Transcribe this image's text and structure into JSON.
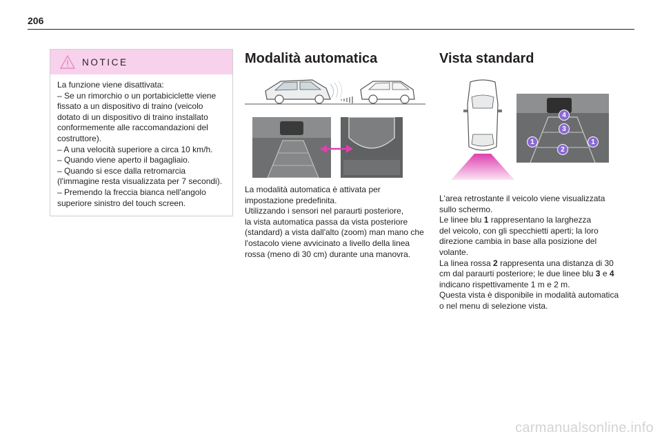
{
  "page": {
    "number": "206"
  },
  "notice": {
    "title": "NOTICE",
    "lines": [
      "La funzione viene disattivata:",
      "– Se un rimorchio o un portabiciclette viene",
      "fissato a un dispositivo di traino (veicolo",
      "dotato di un dispositivo di traino installato",
      "conformemente alle raccomandazioni del",
      "costruttore).",
      "– A una velocità superiore a circa 10 km/h.",
      "– Quando viene aperto il bagagliaio.",
      "– Quando si esce dalla retromarcia",
      "(l'immagine resta visualizzata per 7 secondi).",
      "– Premendo la freccia bianca nell'angolo",
      "superiore sinistro del touch screen."
    ]
  },
  "auto_mode": {
    "heading": "Modalità automatica",
    "lines": [
      "La modalità automatica è attivata per",
      "impostazione predefinita.",
      "Utilizzando i sensori nel paraurti posteriore,",
      "la vista automatica passa da vista posteriore",
      "(standard) a vista dall'alto (zoom) man mano che",
      "l'ostacolo viene avvicinato a livello della linea",
      "rossa (meno di 30 cm) durante una manovra."
    ]
  },
  "standard_view": {
    "heading": "Vista standard",
    "callouts": [
      "4",
      "3",
      "1",
      "2",
      "1"
    ],
    "p1": "L'area retrostante il veicolo viene visualizzata sullo schermo.",
    "p2": {
      "a": "Le linee blu ",
      "b": "1",
      "c": " rappresentano la larghezza"
    },
    "p3": "del veicolo, con gli specchietti aperti; la loro",
    "p4": "direzione cambia in base alla posizione del",
    "p5": "volante.",
    "p6": {
      "a": "La linea rossa ",
      "b": "2",
      "c": " rappresenta una distanza di 30"
    },
    "p7": {
      "a": "cm dal paraurti posteriore; le due linee blu ",
      "b": "3",
      "c": " e ",
      "d": "4"
    },
    "p8": "indicano rispettivamente 1 m e 2 m.",
    "p9": "Questa vista è disponibile in modalità automatica",
    "p10": "o nel menu di selezione vista."
  },
  "watermark": "carmanualsonline.info",
  "colors": {
    "notice_header": "#f8d2ec",
    "accent_magenta": "#e040b0",
    "callout": "#8a6ad0"
  }
}
